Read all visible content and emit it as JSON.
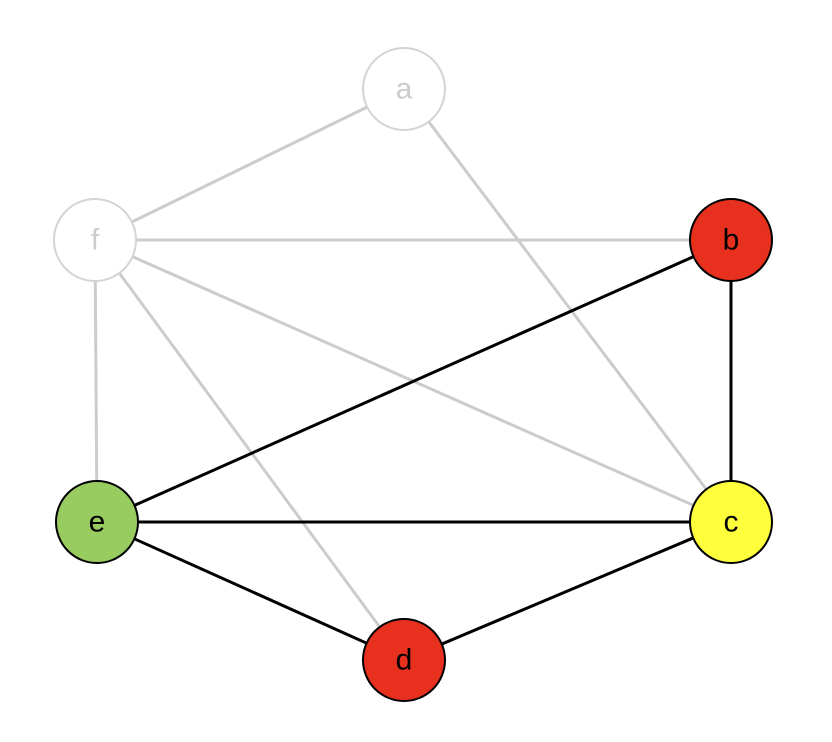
{
  "graph": {
    "nodes": [
      {
        "id": "a",
        "label": "a",
        "fill": "#ffffff",
        "stroke": "#d4d4d4",
        "text_color": "#cccccc",
        "state": "faded"
      },
      {
        "id": "f",
        "label": "f",
        "fill": "#ffffff",
        "stroke": "#d4d4d4",
        "text_color": "#cccccc",
        "state": "faded"
      },
      {
        "id": "b",
        "label": "b",
        "fill": "#e8301f",
        "stroke": "#000000",
        "text_color": "#000000",
        "state": "active"
      },
      {
        "id": "e",
        "label": "e",
        "fill": "#98cb60",
        "stroke": "#000000",
        "text_color": "#000000",
        "state": "active"
      },
      {
        "id": "c",
        "label": "c",
        "fill": "#ffff3b",
        "stroke": "#000000",
        "text_color": "#000000",
        "state": "active"
      },
      {
        "id": "d",
        "label": "d",
        "fill": "#e8301f",
        "stroke": "#000000",
        "text_color": "#000000",
        "state": "active"
      }
    ],
    "edges": [
      {
        "from": "a",
        "to": "f",
        "state": "faded"
      },
      {
        "from": "a",
        "to": "c",
        "state": "faded"
      },
      {
        "from": "f",
        "to": "b",
        "state": "faded"
      },
      {
        "from": "f",
        "to": "c",
        "state": "faded"
      },
      {
        "from": "f",
        "to": "d",
        "state": "faded"
      },
      {
        "from": "f",
        "to": "e",
        "state": "faded"
      },
      {
        "from": "b",
        "to": "e",
        "state": "active"
      },
      {
        "from": "b",
        "to": "c",
        "state": "active"
      },
      {
        "from": "e",
        "to": "c",
        "state": "active"
      },
      {
        "from": "e",
        "to": "d",
        "state": "active"
      },
      {
        "from": "c",
        "to": "d",
        "state": "active"
      }
    ],
    "colors": {
      "active_edge": "#000000",
      "faded_edge": "#cccccc",
      "background": "#ffffff"
    }
  }
}
